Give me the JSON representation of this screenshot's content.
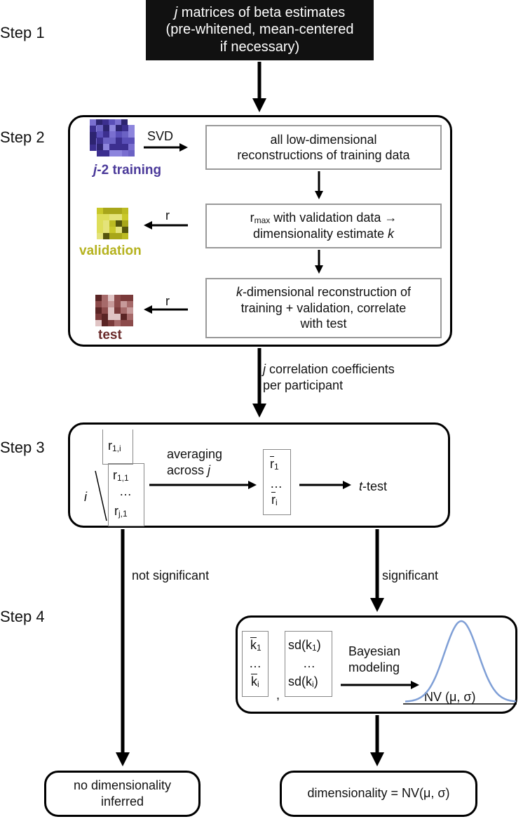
{
  "steps": {
    "step1": "Step 1",
    "step2": "Step 2",
    "step3": "Step 3",
    "step4": "Step 4"
  },
  "top_box": {
    "line1_italic": "j",
    "line1_rest": " matrices of beta estimates",
    "line2": "(pre-whitened, mean-centered",
    "line3": "if necessary)"
  },
  "step2": {
    "svd_label": "SVD",
    "training_label_italic": "j",
    "training_label_rest": "-2 training",
    "validation_label": "validation",
    "test_label": "test",
    "r_label_1": "r",
    "r_label_2": "r",
    "box1_line1": "all low-dimensional",
    "box1_line2": "reconstructions of training data",
    "box2_r": "r",
    "box2_sub": "max",
    "box2_line1_rest": " with validation data →",
    "box2_line2": "dimensionality estimate ",
    "box2_k": "k",
    "box3_k": "k",
    "box3_line1_rest": "-dimensional reconstruction of",
    "box3_line2": "training + validation, correlate",
    "box3_line3": "with test"
  },
  "arrow_label": {
    "j": "j",
    "line1_rest": " correlation coefficients",
    "line2": "per participant"
  },
  "step3": {
    "i_label": "i",
    "r1i": "r",
    "r1i_sub": "1,i",
    "r11": "r",
    "r11_sub": "1,1",
    "dots": "…",
    "rj1": "r",
    "rj1_sub": "j,1",
    "averaging_line1": "averaging",
    "averaging_line2": "across ",
    "averaging_j": "j",
    "rbar1": "r",
    "rbar1_sub": "1",
    "rbar_dots": "…",
    "rbari": "r",
    "rbari_sub": "i",
    "ttest_t": "t",
    "ttest_rest": "-test"
  },
  "branches": {
    "not_significant": "not significant",
    "significant": "significant"
  },
  "step4": {
    "kbar1": "k",
    "kbar1_sub": "1",
    "k_dots": "…",
    "kbari": "k",
    "kbari_sub": "i",
    "comma": ",",
    "sd1": "sd(k",
    "sd1_sub": "1",
    "sd1_close": ")",
    "sd_dots": "…",
    "sdi": "sd(k",
    "sdi_sub": "i",
    "sdi_close": ")",
    "bayes_line1": "Bayesian",
    "bayes_line2": "modeling",
    "nv_label": "NV (μ,  σ)"
  },
  "outcomes": {
    "no_dim_line1": "no dimensionality",
    "no_dim_line2": "inferred",
    "dim_result": "dimensionality = NV(μ, σ)"
  },
  "colors": {
    "training": "#4b3a9a",
    "validation": "#b5b21e",
    "test": "#6a2a2a",
    "curve": "#7f9fd6"
  }
}
